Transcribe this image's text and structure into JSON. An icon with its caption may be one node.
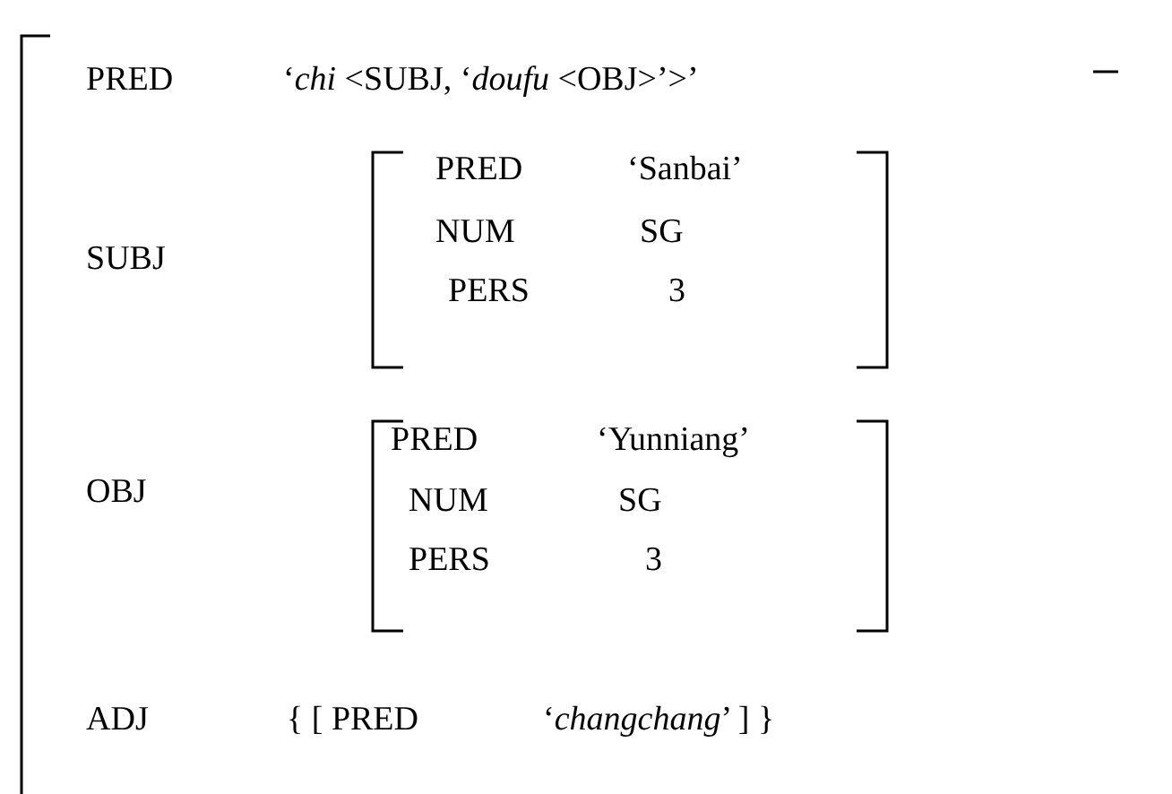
{
  "diagram": {
    "labels": [
      "PRED",
      "‘*chi* <SUBJ, ‘*doufu* <OBJ>’>’",
      "SUBJ",
      "PRED",
      "‘Sanbai’",
      "NUM",
      "SG",
      "PERS",
      "3",
      "OBJ",
      "PRED",
      "‘Yunniang’",
      "NUM",
      "SG",
      "PERS",
      "3",
      "ADJ",
      "{ [ PRED",
      "‘*changchang*’ ] }"
    ]
  }
}
